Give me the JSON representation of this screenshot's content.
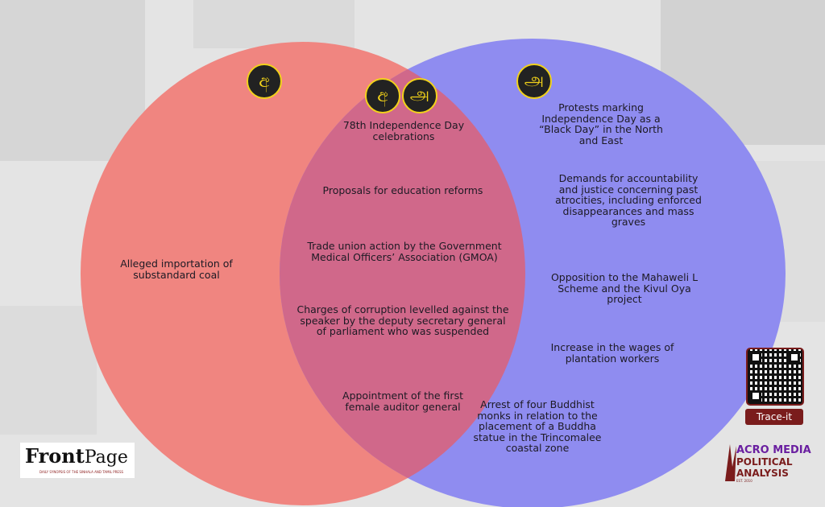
{
  "colors": {
    "left": "#f08580",
    "right": "#8f8cf0",
    "overlap": "#d0688a",
    "badge_ring": "#f2d21a"
  },
  "badges": {
    "sinhala": "අ",
    "tamil": "அ"
  },
  "left_only": [
    "Alleged importation of substandard coal"
  ],
  "overlap": [
    "78th Independence Day celebrations",
    "Proposals for education reforms",
    "Trade union action by the Government Medical Officers’ Association (GMOA)",
    "Charges of corruption levelled against the speaker by the deputy secretary general of parliament who was suspended",
    "Appointment of the first female auditor general"
  ],
  "right_only": [
    "Protests marking Independence Day as a “Black Day” in the North and East",
    "Demands for accountability and justice concerning past atrocities, including enforced disappearances and mass graves",
    "Opposition to the Mahaweli L Scheme and the Kivul Oya project",
    "Increase in the wages of plantation workers",
    "Arrest of four Buddhist monks in relation to the placement of a Buddha statue in the Trincomalee coastal zone"
  ],
  "logos": {
    "frontpage_title": "Front",
    "frontpage_title2": "Page",
    "frontpage_sub": "DAILY SYNOPSIS OF THE SINHALA AND TAMIL PRESS",
    "trace_label": "Trace-it",
    "macro_l1": "ACRO MEDIA",
    "macro_l2": "POLITICAL",
    "macro_l3": "ANALYSIS",
    "macro_est": "EST. 2010"
  }
}
